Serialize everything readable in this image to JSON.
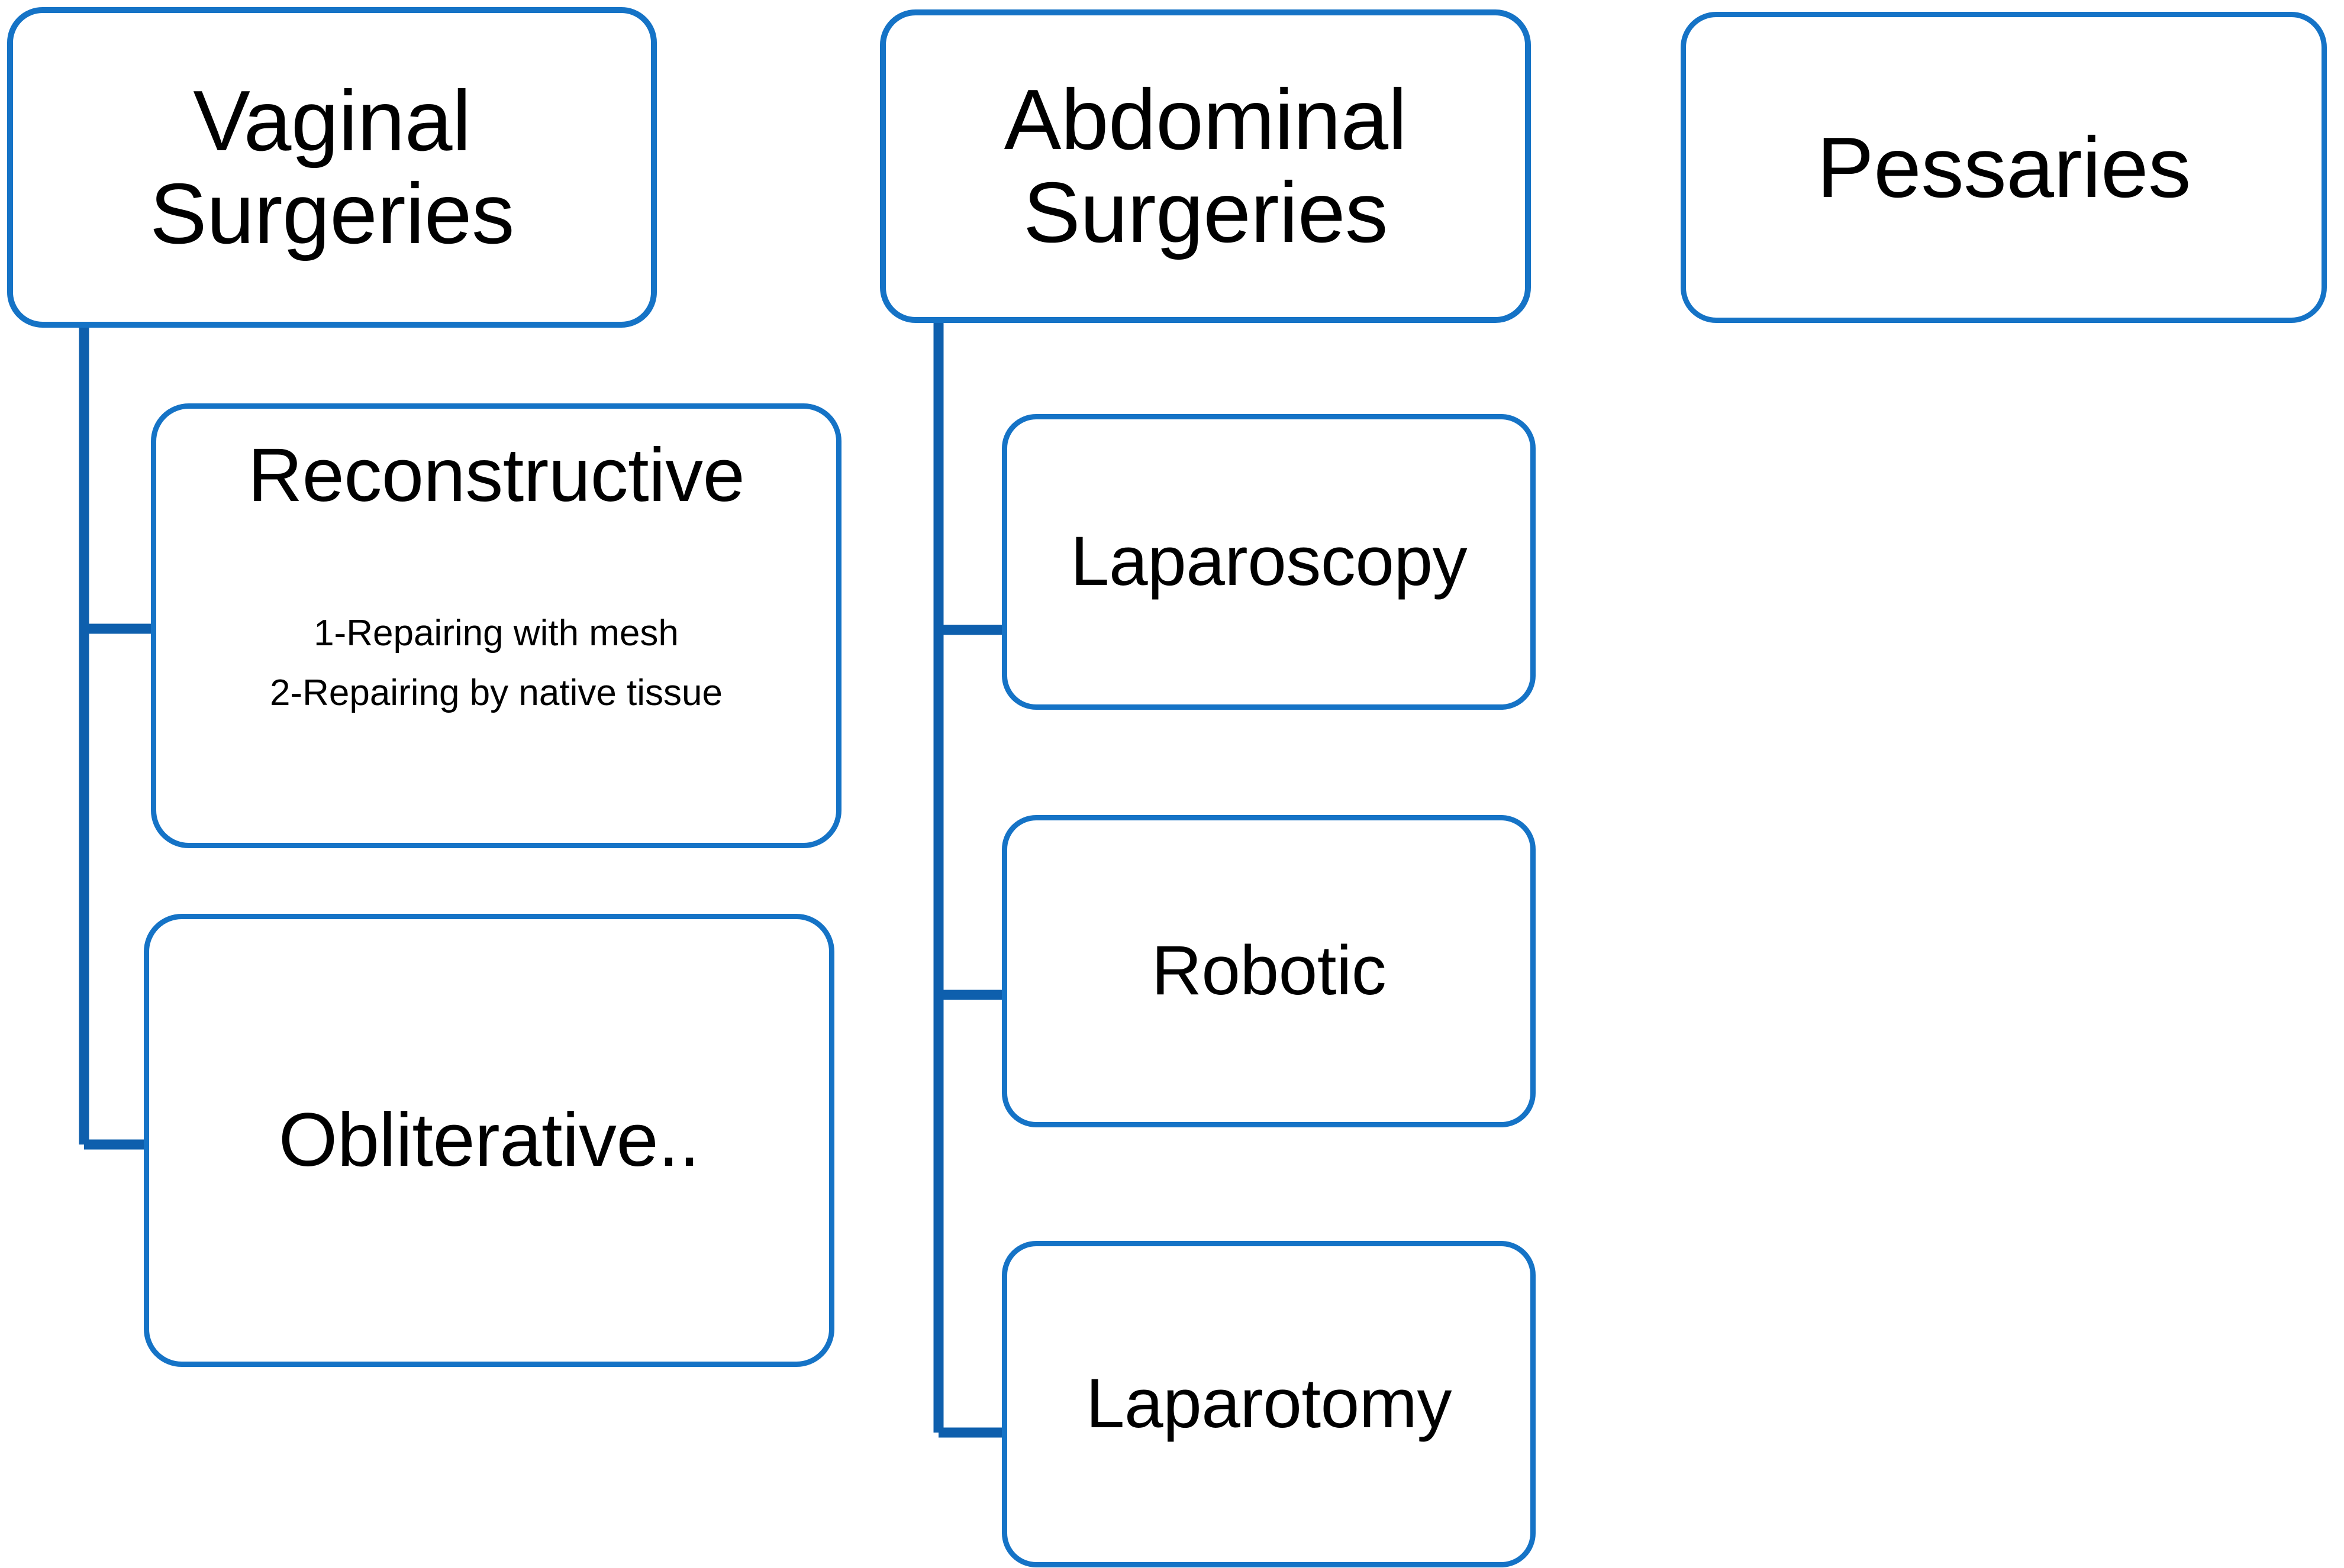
{
  "diagram": {
    "type": "tree-hierarchy",
    "accent_color": "#1573C6",
    "background_color": "#FFFFFF",
    "text_color": "#000000",
    "columns": [
      {
        "root": "Vaginal Surgeries",
        "children": [
          "Reconstructive",
          "Obliterative.."
        ]
      },
      {
        "root": "Abdominal Surgeries",
        "children": [
          "Laparoscopy",
          "Robotic",
          "Laparotomy"
        ]
      },
      {
        "root": "Pessaries",
        "children": []
      }
    ]
  },
  "nodes": {
    "vaginal_surgeries": {
      "label": "Vaginal Surgeries"
    },
    "abdominal_surgeries": {
      "label": "Abdominal Surgeries"
    },
    "pessaries": {
      "label": "Pessaries"
    },
    "reconstructive": {
      "label": "Reconstructive",
      "items": [
        "1-Repairing with mesh",
        "2-Repairing by native tissue"
      ]
    },
    "obliterative": {
      "label": "Obliterative.."
    },
    "laparoscopy": {
      "label": "Laparoscopy"
    },
    "robotic": {
      "label": "Robotic"
    },
    "laparotomy": {
      "label": "Laparotomy"
    }
  }
}
